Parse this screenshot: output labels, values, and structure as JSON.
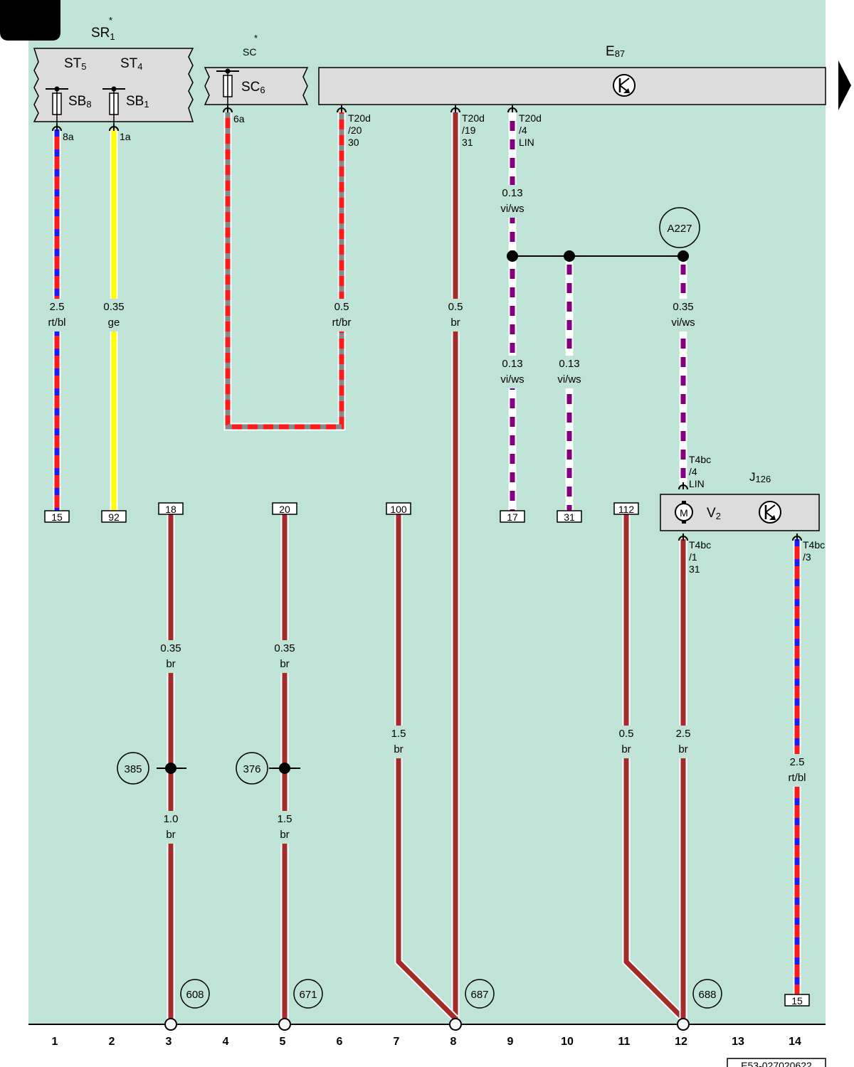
{
  "colors": {
    "background": "#bfe3d6",
    "component_fill": "#dcdcdc",
    "rt": "#ff1a1a",
    "bl": "#1a1aff",
    "ge": "#ffff00",
    "br": "#a52a2a",
    "vi": "#800080",
    "ws": "#ffffff",
    "grey": "#888888"
  },
  "components": {
    "sr1": {
      "label": "SR",
      "sub": "1",
      "star": "*"
    },
    "st5": {
      "label": "ST",
      "sub": "5"
    },
    "st4": {
      "label": "ST",
      "sub": "4"
    },
    "sb8": {
      "label": "SB",
      "sub": "8"
    },
    "sb1": {
      "label": "SB",
      "sub": "1"
    },
    "sc": {
      "label": "SC",
      "star": "*"
    },
    "sc6": {
      "label": "SC",
      "sub": "6"
    },
    "e87": {
      "label": "E",
      "sub": "87"
    },
    "j126": {
      "label": "J",
      "sub": "126"
    },
    "v2": {
      "label": "V",
      "sub": "2"
    },
    "motor": "M",
    "a227": "A227"
  },
  "pins": {
    "p8a": "8a",
    "p1a": "1a",
    "p6a": "6a",
    "t20d_20": [
      "T20d",
      "/20",
      "30"
    ],
    "t20d_19": [
      "T20d",
      "/19",
      "31"
    ],
    "t20d_4": [
      "T20d",
      "/4",
      "LIN"
    ],
    "t4bc_4": [
      "T4bc",
      "/4",
      "LIN"
    ],
    "t4bc_1": [
      "T4bc",
      "/1",
      "31"
    ],
    "t4bc_3": [
      "T4bc",
      "/3"
    ]
  },
  "wire_labels": {
    "w1": [
      "2.5",
      "rt/bl"
    ],
    "w2": [
      "0.35",
      "ge"
    ],
    "w6": [
      "0.5",
      "rt/br"
    ],
    "w8": [
      "0.5",
      "br"
    ],
    "w9_top": [
      "0.13",
      "vi/ws"
    ],
    "w9_bot": [
      "0.13",
      "vi/ws"
    ],
    "w10": [
      "0.13",
      "vi/ws"
    ],
    "w12_top": [
      "0.35",
      "vi/ws"
    ],
    "w3_top": [
      "0.35",
      "br"
    ],
    "w3_bot": [
      "1.0",
      "br"
    ],
    "w5_top": [
      "0.35",
      "br"
    ],
    "w5_bot": [
      "1.5",
      "br"
    ],
    "w7": [
      "1.5",
      "br"
    ],
    "w11": [
      "0.5",
      "br"
    ],
    "w12_bot": [
      "2.5",
      "br"
    ],
    "w14": [
      "2.5",
      "rt/bl"
    ]
  },
  "refs": {
    "r15a": "15",
    "r92": "92",
    "r18": "18",
    "r20": "20",
    "r100": "100",
    "r17": "17",
    "r31": "31",
    "r112": "112",
    "r15b": "15"
  },
  "circles": {
    "c385": "385",
    "c376": "376",
    "c608": "608",
    "c671": "671",
    "c687": "687",
    "c688": "688"
  },
  "grid": [
    "1",
    "2",
    "3",
    "4",
    "5",
    "6",
    "7",
    "8",
    "9",
    "10",
    "11",
    "12",
    "13",
    "14"
  ],
  "doc_code": "E53-027020622"
}
